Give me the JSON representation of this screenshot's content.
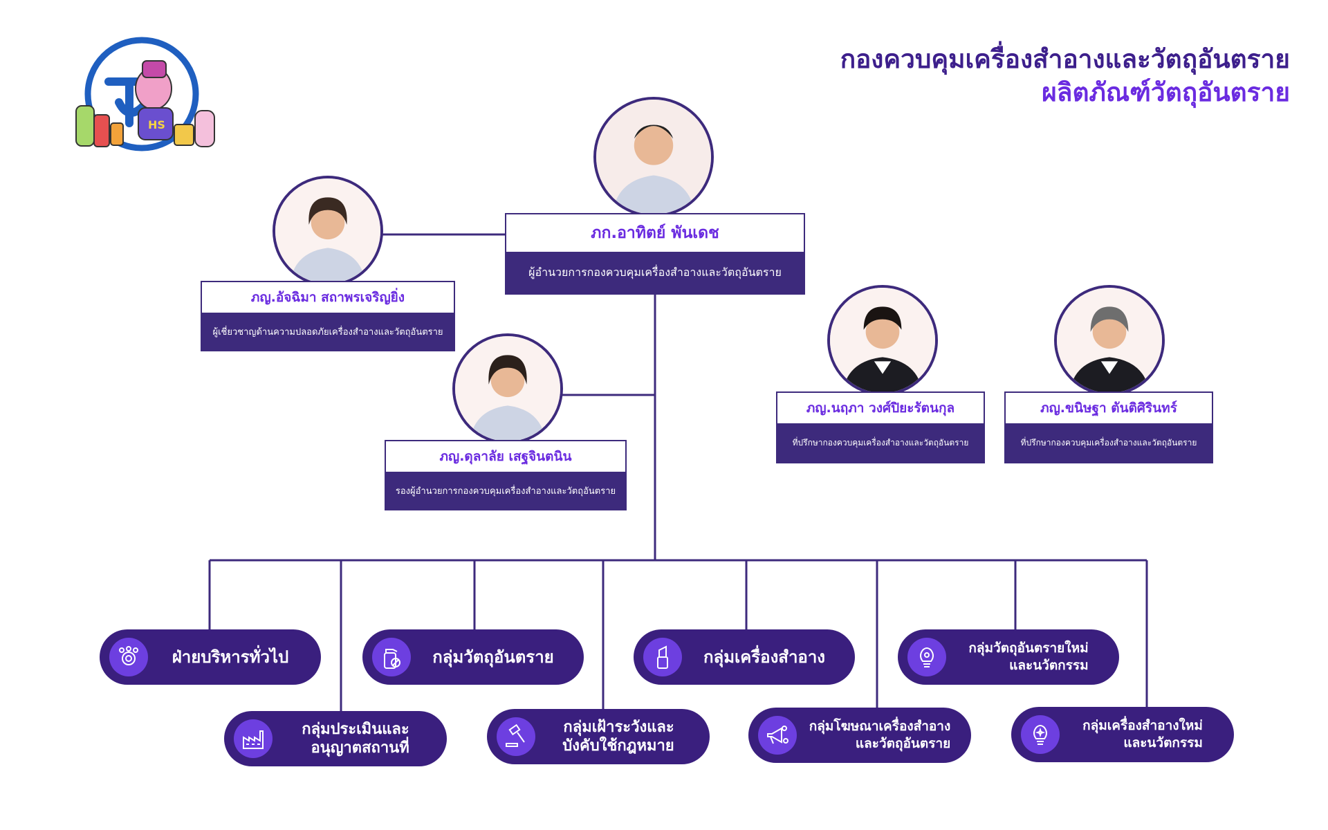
{
  "header": {
    "line1": "กองควบคุมเครื่องสำอางและวัตถุอันตราย",
    "line2": "ผลิตภัณฑ์วัตถุอันตราย"
  },
  "logo": {
    "badge_text": "HS"
  },
  "people": {
    "director": {
      "name": "ภก.อาทิตย์ พันเดช",
      "role": "ผู้อำนวยการกองควบคุมเครื่องสำอางและวัตถุอันตราย"
    },
    "expert": {
      "name": "ภญ.อัจฉิมา สถาพรเจริญยิ่ง",
      "role": "ผู้เชี่ยวชาญด้านความปลอดภัยเครื่องสำอางและวัตถุอันตราย"
    },
    "deputy": {
      "name": "ภญ.ดุลาลัย เสฐจินตนิน",
      "role": "รองผู้อำนวยการกองควบคุมเครื่องสำอางและวัตถุอันตราย"
    },
    "advisor1": {
      "name": "ภญ.นฤภา วงศ์ปิยะรัตนกุล",
      "role": "ที่ปรึกษากองควบคุมเครื่องสำอางและวัตถุอันตราย"
    },
    "advisor2": {
      "name": "ภญ.ขนิษฐา ตันติศิรินทร์",
      "role": "ที่ปรึกษากองควบคุมเครื่องสำอางและวัตถุอันตราย"
    }
  },
  "departments": {
    "admin": {
      "line1": "ฝ่ายบริหารทั่วไป",
      "icon": "people-gear-icon"
    },
    "hazard": {
      "line1": "กลุ่มวัตถุอันตราย",
      "icon": "spray-bottle-icon"
    },
    "cosmetic": {
      "line1": "กลุ่มเครื่องสำอาง",
      "icon": "lipstick-icon"
    },
    "new_hazard": {
      "line1": "กลุ่มวัตถุอันตรายใหม่",
      "line2": "และนวัตกรรม",
      "icon": "bulb-gear-icon"
    },
    "assessment": {
      "line1": "กลุ่มประเมินและ",
      "line2": "อนุญาตสถานที่",
      "icon": "factory-icon"
    },
    "surveillance": {
      "line1": "กลุ่มเฝ้าระวังและ",
      "line2": "บังคับใช้กฎหมาย",
      "icon": "gavel-icon"
    },
    "advertising": {
      "line1": "กลุ่มโฆษณาเครื่องสำอาง",
      "line2": "และวัตถุอันตราย",
      "icon": "megaphone-icon"
    },
    "new_cosmetic": {
      "line1": "กลุ่มเครื่องสำอางใหม่",
      "line2": "และนวัตกรรม",
      "icon": "bulb-sparkle-icon"
    }
  },
  "colors": {
    "dark_purple": "#3a1f7e",
    "accent_purple": "#6a2be0",
    "icon_purple": "#6d3fe0"
  }
}
